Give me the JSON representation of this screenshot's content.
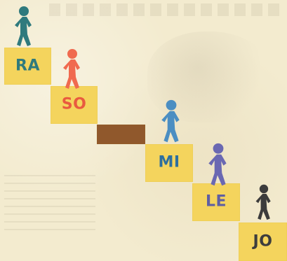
{
  "steps": [
    {
      "label": "RA",
      "text_color": "#2f7a7d",
      "fill": "#f4d45d"
    },
    {
      "label": "SO",
      "text_color": "#e95a3f",
      "fill": "#f4d45d"
    },
    {
      "label": "",
      "text_color": "",
      "fill": "#90582c"
    },
    {
      "label": "MI",
      "text_color": "#2e6f9e",
      "fill": "#f4d45d"
    },
    {
      "label": "LE",
      "text_color": "#5f5fa2",
      "fill": "#f4d45d"
    },
    {
      "label": "JO",
      "text_color": "#3d3d3d",
      "fill": "#f4d45d"
    }
  ],
  "figures": [
    {
      "color": "#2f7a7d",
      "icon": "person-icon"
    },
    {
      "color": "#f06a4f",
      "icon": "person-icon"
    },
    {
      "color": "#4b8ec2",
      "icon": "person-icon"
    },
    {
      "color": "#6a68b2",
      "icon": "person-icon"
    },
    {
      "color": "#3c3c3c",
      "icon": "person-icon"
    }
  ]
}
